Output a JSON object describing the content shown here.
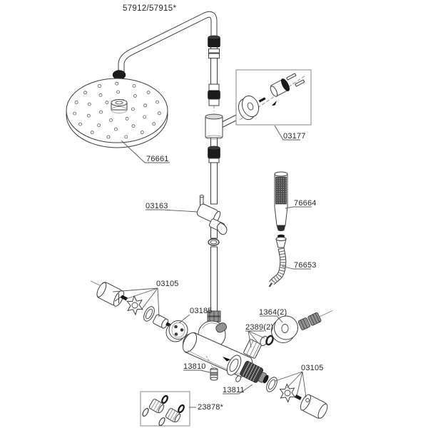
{
  "title": "57912/57915*",
  "labels": {
    "system": "57912/57915*",
    "head_shower": "76661",
    "wall_union": "03177",
    "slide_holder": "03163",
    "hand_shower": "76664",
    "hose": "76653",
    "handle_parts_left": "03105",
    "cartridge_left": "03185",
    "escutcheon_pair": "1364(2)",
    "seal_pair": "2389(2)",
    "plug": "13810",
    "cartridge_bottom": "13811",
    "handle_parts_right": "03105",
    "check_valve_set": "23878*"
  }
}
